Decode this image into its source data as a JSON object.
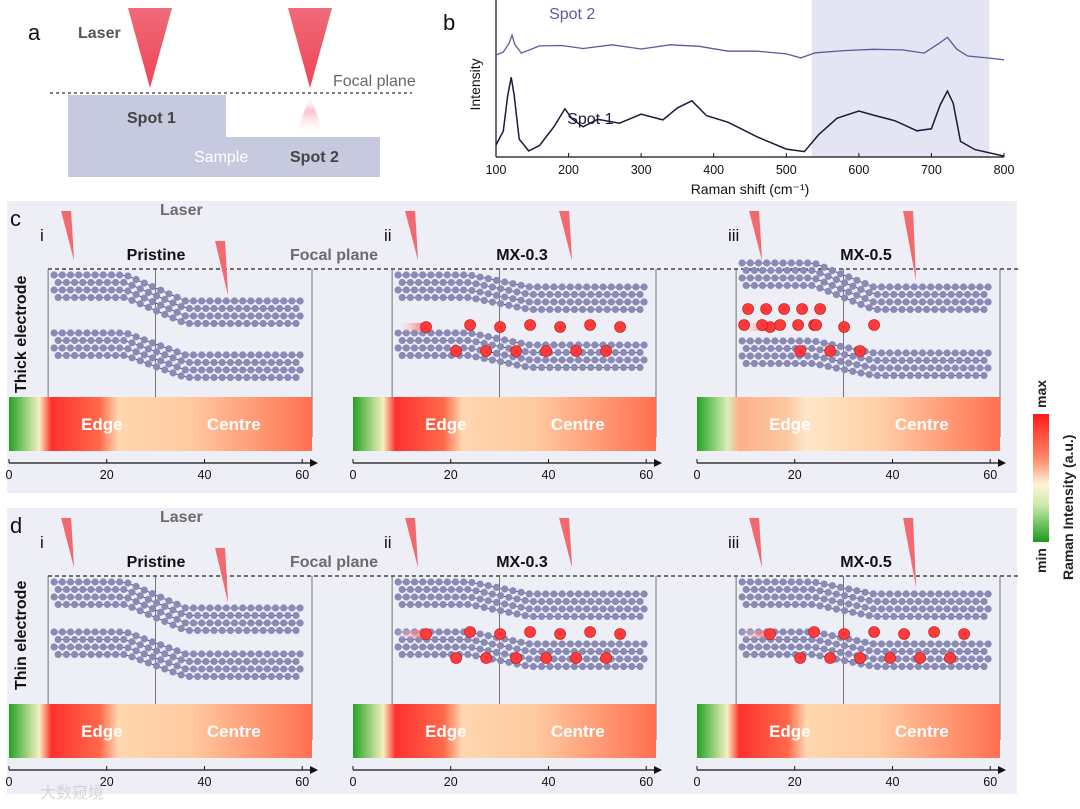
{
  "panel_a": {
    "letter": "a",
    "laser_label": "Laser",
    "focal_plane_label": "Focal plane",
    "spot1_label": "Spot 1",
    "spot2_label": "Spot 2",
    "sample_label": "Sample"
  },
  "panel_b": {
    "letter": "b",
    "chart_data": {
      "type": "line",
      "xlabel": "Raman shift (cm⁻¹)",
      "ylabel": "Intensity",
      "xlim": [
        100,
        800
      ],
      "xticks": [
        "100",
        "200",
        "300",
        "400",
        "500",
        "600",
        "700",
        "800"
      ],
      "highlight_range": [
        535,
        780
      ],
      "series": [
        {
          "name": "Spot 2",
          "color": "#5a5aa0",
          "x": [
            100,
            110,
            118,
            122,
            126,
            135,
            160,
            190,
            220,
            260,
            300,
            340,
            380,
            420,
            460,
            500,
            520,
            540,
            580,
            620,
            660,
            690,
            710,
            722,
            735,
            750,
            780,
            800
          ],
          "y": [
            0.05,
            0.07,
            0.18,
            0.24,
            0.15,
            0.08,
            0.13,
            0.15,
            0.12,
            0.14,
            0.12,
            0.15,
            0.13,
            0.1,
            0.08,
            0.06,
            0.03,
            0.06,
            0.1,
            0.11,
            0.09,
            0.08,
            0.16,
            0.22,
            0.12,
            0.03,
            0.02,
            0.01
          ]
        },
        {
          "name": "Spot 1",
          "color": "#1a1a3a",
          "x": [
            100,
            110,
            116,
            121,
            125,
            132,
            145,
            160,
            180,
            195,
            205,
            220,
            240,
            270,
            300,
            330,
            350,
            370,
            390,
            420,
            460,
            500,
            525,
            545,
            570,
            600,
            620,
            650,
            680,
            700,
            712,
            722,
            730,
            740,
            760,
            800
          ],
          "y": [
            -0.85,
            -0.72,
            -0.35,
            -0.18,
            -0.35,
            -0.78,
            -0.92,
            -0.85,
            -0.66,
            -0.5,
            -0.58,
            -0.67,
            -0.6,
            -0.62,
            -0.55,
            -0.6,
            -0.47,
            -0.42,
            -0.55,
            -0.62,
            -0.78,
            -0.88,
            -0.92,
            -0.75,
            -0.57,
            -0.52,
            -0.55,
            -0.6,
            -0.72,
            -0.68,
            -0.45,
            -0.32,
            -0.42,
            -0.82,
            -0.9,
            -0.95
          ]
        }
      ]
    }
  },
  "panel_c": {
    "letter": "c",
    "side_label": "Thick electrode",
    "laser_label": "Laser",
    "focal_plane_label": "Focal plane",
    "subpanels": [
      {
        "roman": "i",
        "title": "Pristine",
        "edge": "Edge",
        "centre": "Centre",
        "ticks": [
          "0",
          "20",
          "40",
          "60"
        ]
      },
      {
        "roman": "ii",
        "title": "MX-0.3",
        "edge": "Edge",
        "centre": "Centre",
        "ticks": [
          "0",
          "20",
          "40",
          "60"
        ]
      },
      {
        "roman": "iii",
        "title": "MX-0.5",
        "edge": "Edge",
        "centre": "Centre",
        "ticks": [
          "0",
          "20",
          "40",
          "60"
        ]
      }
    ]
  },
  "panel_d": {
    "letter": "d",
    "side_label": "Thin electrode",
    "laser_label": "Laser",
    "focal_plane_label": "Focal plane",
    "subpanels": [
      {
        "roman": "i",
        "title": "Pristine",
        "edge": "Edge",
        "centre": "Centre",
        "ticks": [
          "0",
          "20",
          "40",
          "60"
        ]
      },
      {
        "roman": "ii",
        "title": "MX-0.3",
        "edge": "Edge",
        "centre": "Centre",
        "ticks": [
          "0",
          "20",
          "40",
          "60"
        ]
      },
      {
        "roman": "iii",
        "title": "MX-0.5",
        "edge": "Edge",
        "centre": "Centre",
        "ticks": [
          "0",
          "20",
          "40",
          "60"
        ]
      }
    ]
  },
  "colorbar": {
    "max_label": "max",
    "min_label": "min",
    "title": "Raman Intensity (a.u.)",
    "colors": [
      "#ff2020",
      "#ffd8a8",
      "#fffbe0",
      "#1aa01a"
    ]
  },
  "watermark": "大数窥境",
  "colors": {
    "layer_atom": "#8a8ab8",
    "ion": "#ff3a3a",
    "panel_bg": "#eeeff6",
    "sample_block": "#c7c9de",
    "laser": "#f06a70"
  }
}
